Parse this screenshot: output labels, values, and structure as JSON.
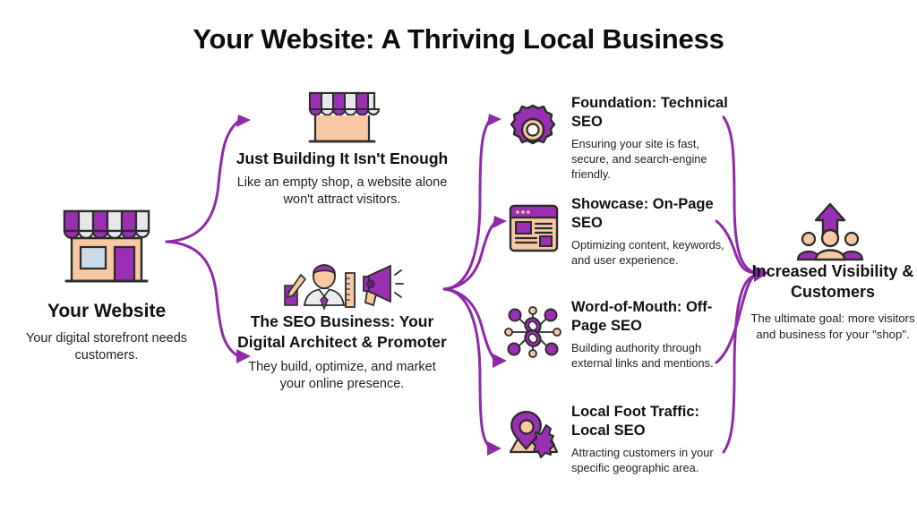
{
  "title": "Your Website: A Thriving Local Business",
  "colors": {
    "purple": "#9B2FB4",
    "purple_dark": "#7B1FA2",
    "purple_deep": "#6A1B7E",
    "peach": "#F6C9A4",
    "peach_light": "#FAD9BD",
    "arrow": "#8E2AA8",
    "text": "#111111",
    "body_text": "#222222",
    "blue_window": "#CBDCE8"
  },
  "left": {
    "icon": "storefront-icon",
    "heading": "Your Website",
    "body": "Your digital storefront needs customers."
  },
  "middle": [
    {
      "icon": "empty-shop-awning-icon",
      "heading": "Just Building It Isn't Enough",
      "body": "Like an empty shop, a website alone won't attract visitors."
    },
    {
      "icon": "architect-megaphone-icon",
      "heading": "The SEO Business: Your Digital Architect & Promoter",
      "body": "They build, optimize, and market your online presence."
    }
  ],
  "pillars": [
    {
      "icon": "gear-icon",
      "heading": "Foundation: Technical SEO",
      "body": "Ensuring your site is fast, secure, and search-engine friendly."
    },
    {
      "icon": "browser-window-icon",
      "heading": "Showcase: On-Page SEO",
      "body": "Optimizing content, keywords, and user experience."
    },
    {
      "icon": "network-link-icon",
      "heading": "Word-of-Mouth: Off-Page SEO",
      "body": "Building authority through external links and mentions."
    },
    {
      "icon": "map-pin-icon",
      "heading": "Local Foot Traffic: Local SEO",
      "body": "Attracting customers in your specific geographic area."
    }
  ],
  "right": {
    "icon": "people-growth-icon",
    "heading": "Increased Visibility & Customers",
    "body": "The ultimate goal: more visitors and business for your \"shop\"."
  },
  "connectors": {
    "left_fan": "splits-into-two",
    "middle_fan": "splits-into-four",
    "right_fan": "merges-into-one"
  }
}
